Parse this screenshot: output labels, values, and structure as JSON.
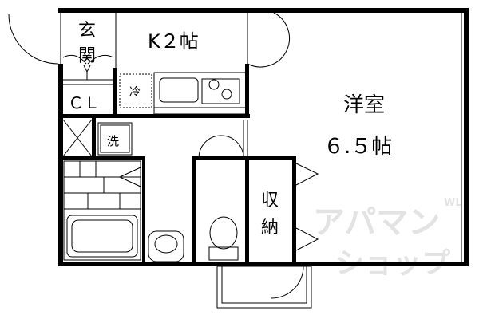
{
  "floor_plan": {
    "rooms": {
      "entrance": "玄",
      "entrance_2": "関",
      "kitchen": "K２帖",
      "fridge": "冷",
      "closet": "ＣＬ",
      "washer": "洗",
      "western_room": "洋室",
      "western_room_size": "６.５帖",
      "storage_1": "収",
      "storage_2": "納"
    },
    "watermark": {
      "line1": "アパマン",
      "line2": "ショップ",
      "mark": "WL"
    },
    "colors": {
      "wall": "#000000",
      "line": "#000000",
      "watermark": "#e3e3e3"
    }
  }
}
